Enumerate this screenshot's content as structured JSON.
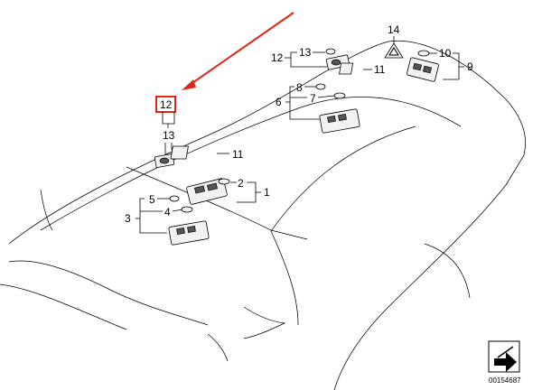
{
  "diagram": {
    "highlight_color": "#e0261b",
    "highlighted_callout": "12",
    "callouts": {
      "c1": "1",
      "c2": "2",
      "c3": "3",
      "c4": "4",
      "c5": "5",
      "c6": "6",
      "c7": "7",
      "c8": "8",
      "c9": "9",
      "c10": "10",
      "c11a": "11",
      "c11b": "11",
      "c12a": "12",
      "c12b": "12",
      "c13a": "13",
      "c13b": "13",
      "c14": "14"
    },
    "document_id": "00154687",
    "icons": [
      "warning-triangle-icon",
      "arrow-indicator-icon"
    ]
  }
}
